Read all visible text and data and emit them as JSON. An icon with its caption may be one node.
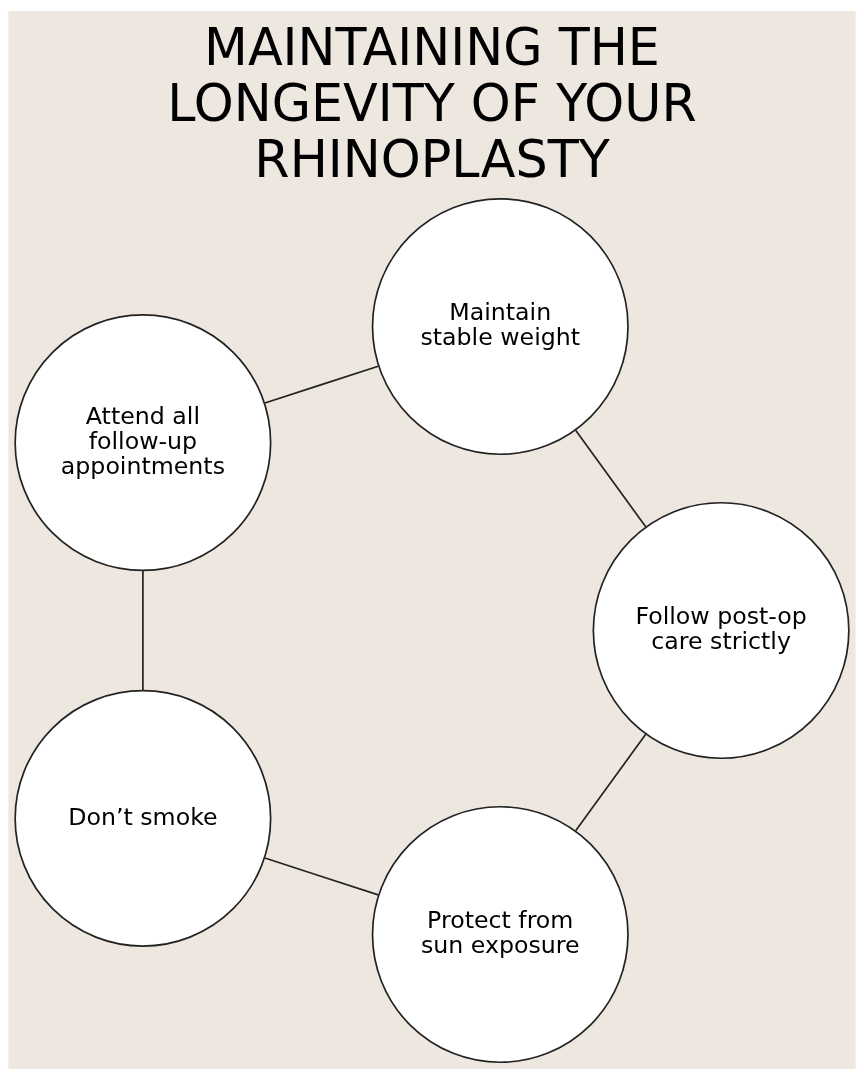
{
  "diagram": {
    "title": "MAINTAINING THE LONGEVITY OF YOUR RHINOPLASTY",
    "nodes": [
      {
        "text": [
          "Protect from sun exposure"
        ]
      },
      {
        "text": [
          "Don’t smoke"
        ]
      },
      {
        "text": [
          "Attend all follow-up appointments"
        ]
      },
      {
        "text": [
          "Maintain stable weight"
        ]
      },
      {
        "text": [
          "Follow post-op care strictly"
        ]
      }
    ],
    "edges": [
      {
        "from": 0,
        "to": 1,
        "arrow": "none"
      },
      {
        "from": 1,
        "to": 2,
        "arrow": "none"
      },
      {
        "from": 2,
        "to": 3,
        "arrow": "none"
      },
      {
        "from": 3,
        "to": 4,
        "arrow": "none"
      },
      {
        "from": 4,
        "to": 0,
        "arrow": "none"
      }
    ]
  }
}
